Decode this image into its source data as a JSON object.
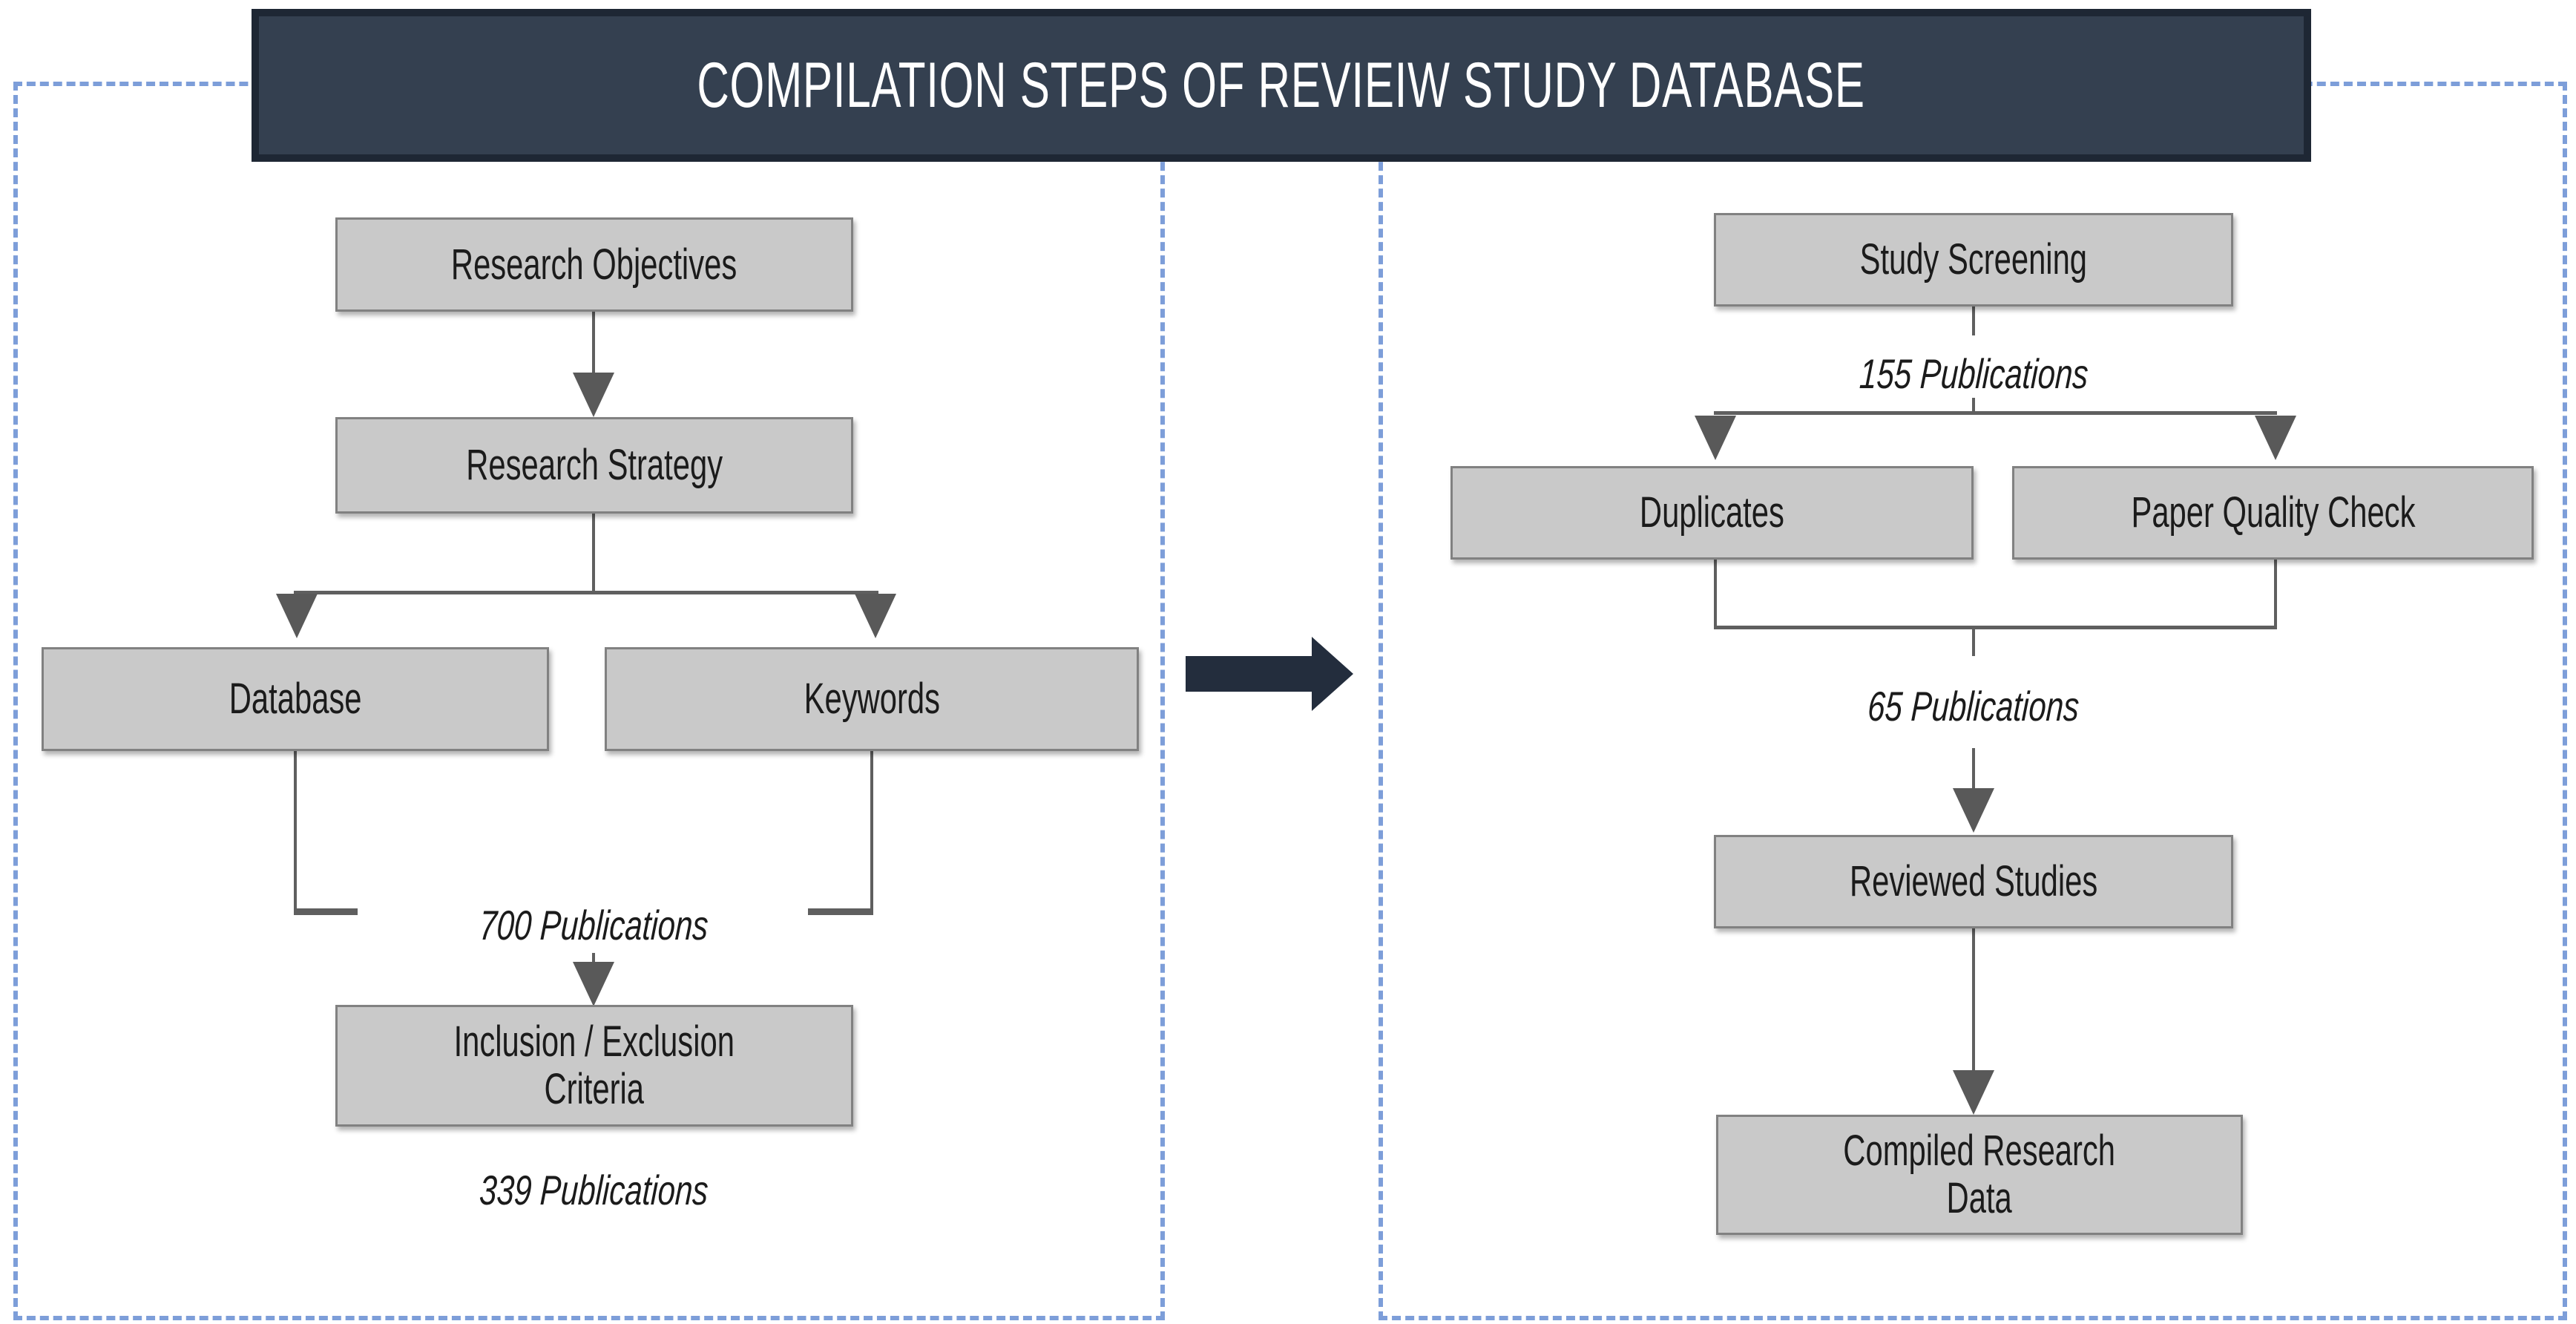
{
  "title": "COMPILATION STEPS OF REVIEIW STUDY DATABASE",
  "colors": {
    "title_bg": "#344050",
    "title_border": "#1e2734",
    "title_text": "#ffffff",
    "panel_dash": "#7d9ed9",
    "node_fill": "#c9c9c9",
    "node_border": "#818181",
    "connector": "#5f5f5f",
    "arrowhead": "#595959",
    "big_arrow": "#232d3d",
    "text_dark": "#1b1b1b"
  },
  "left_panel": {
    "nodes": {
      "research_objectives": "Research Objectives",
      "research_strategy": "Research Strategy",
      "database": "Database",
      "keywords": "Keywords",
      "inclusion_exclusion": "Inclusion / Exclusion\nCriteria"
    },
    "labels": {
      "after_search": "700 Publications",
      "after_criteria": "339 Publications"
    }
  },
  "right_panel": {
    "nodes": {
      "study_screening": "Study Screening",
      "duplicates": "Duplicates",
      "paper_quality_check": "Paper Quality Check",
      "reviewed_studies": "Reviewed Studies",
      "compiled_research_data": "Compiled Research\nData"
    },
    "labels": {
      "after_screening": "155 Publications",
      "after_checks": "65 Publications"
    }
  }
}
